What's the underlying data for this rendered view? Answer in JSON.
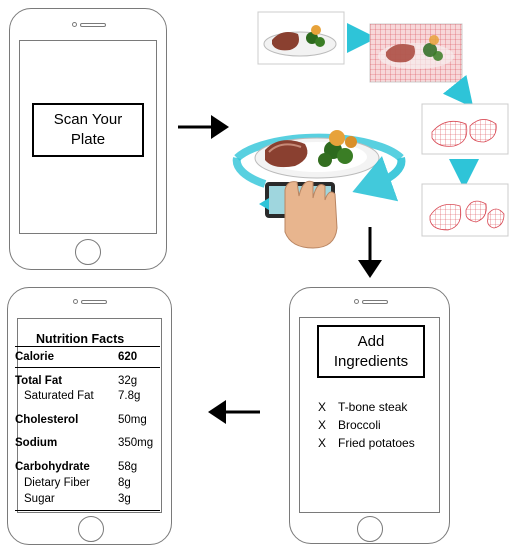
{
  "scan_phone": {
    "label_line1": "Scan Your",
    "label_line2": "Plate"
  },
  "ingredients_phone": {
    "label_line1": "Add",
    "label_line2": "Ingredients",
    "marker": "X",
    "items": [
      "T-bone steak",
      "Broccoli",
      "Fried potatoes"
    ]
  },
  "nutrition_phone": {
    "title": "Nutrition Facts",
    "rows": [
      {
        "label": "Calorie",
        "value": "620",
        "bold": true
      },
      {
        "label": "Total Fat",
        "value": "32g",
        "bold": true
      },
      {
        "label": "Saturated Fat",
        "value": "7.8g",
        "bold": false
      },
      {
        "label": "Cholesterol",
        "value": "50mg",
        "bold": true
      },
      {
        "label": "Sodium",
        "value": "350mg",
        "bold": true
      },
      {
        "label": "Carbohydrate",
        "value": "58g",
        "bold": true
      },
      {
        "label": "Dietary Fiber",
        "value": "8g",
        "bold": false
      },
      {
        "label": "Sugar",
        "value": "3g",
        "bold": false
      }
    ]
  },
  "colors": {
    "rotation_ring": "#2ec4d8",
    "mesh": "#d94a55",
    "arrow": "#000000",
    "phone_outline": "#7a7a7a"
  }
}
